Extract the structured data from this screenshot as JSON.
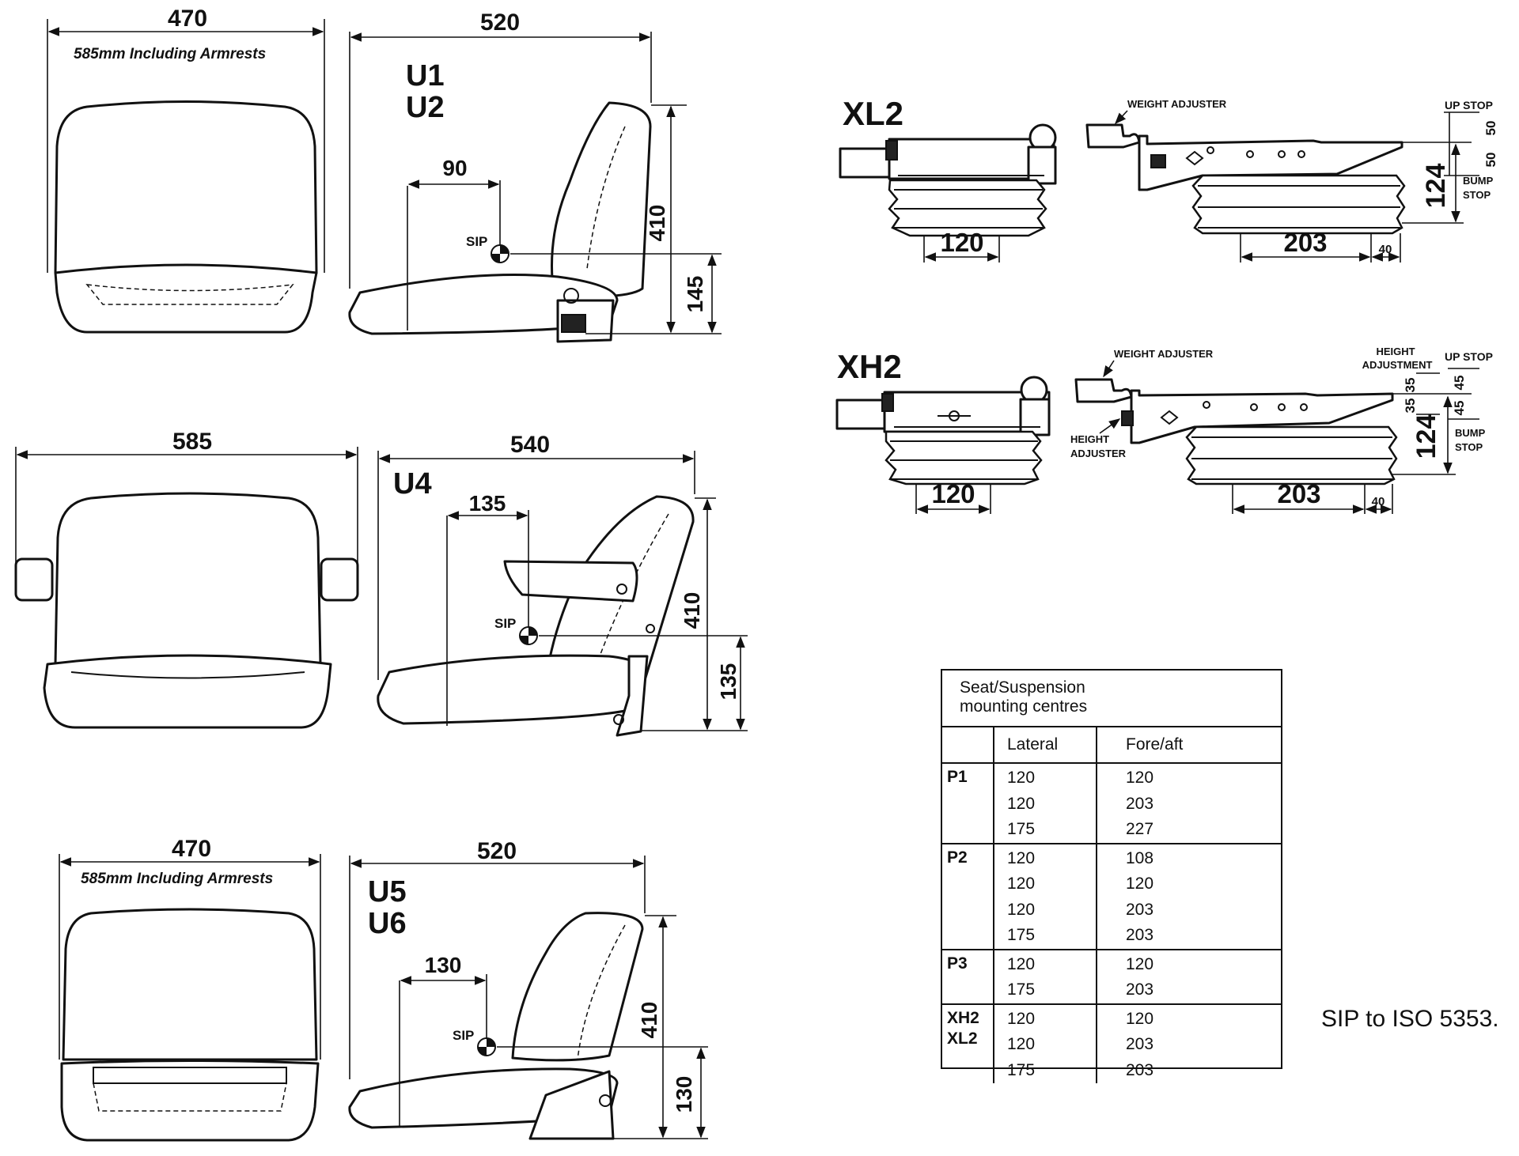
{
  "seats": {
    "u12": {
      "front_width": "470",
      "armrest_note": "585mm Including Armrests",
      "side_depth": "520",
      "model_a": "U1",
      "model_b": "U2",
      "sip_offset": "90",
      "sip_label": "SIP",
      "back_height": "410",
      "sip_height": "145"
    },
    "u4": {
      "front_width": "585",
      "side_depth": "540",
      "model": "U4",
      "sip_offset": "135",
      "sip_label": "SIP",
      "back_height": "410",
      "sip_height": "135"
    },
    "u56": {
      "front_width": "470",
      "armrest_note": "585mm Including Armrests",
      "side_depth": "520",
      "model_a": "U5",
      "model_b": "U6",
      "sip_offset": "130",
      "sip_label": "SIP",
      "back_height": "410",
      "sip_height": "130"
    }
  },
  "suspensions": {
    "xl2": {
      "model": "XL2",
      "weight_adjuster": "WEIGHT ADJUSTER",
      "up_stop": "UP STOP",
      "bump_line1": "BUMP",
      "bump_line2": "STOP",
      "stroke_up": "50",
      "stroke_down": "50",
      "height": "124",
      "lateral": "120",
      "fore_aft": "203",
      "offset": "40"
    },
    "xh2": {
      "model": "XH2",
      "weight_adjuster": "WEIGHT ADJUSTER",
      "height_adj_line1": "HEIGHT",
      "height_adj_line2": "ADJUSTMENT",
      "height_adjuster_line1": "HEIGHT",
      "height_adjuster_line2": "ADJUSTER",
      "up_stop": "UP STOP",
      "bump_line1": "BUMP",
      "bump_line2": "STOP",
      "adj_up": "35",
      "adj_down": "35",
      "stroke_up": "45",
      "stroke_down": "45",
      "height": "124",
      "lateral": "120",
      "fore_aft": "203",
      "offset": "40"
    }
  },
  "mounting_table": {
    "title_line1": "Seat/Suspension",
    "title_line2": "mounting centres",
    "headers": [
      "",
      "Lateral",
      "Fore/aft"
    ],
    "groups": [
      {
        "name_line1": "P1",
        "name_line2": "",
        "lateral": [
          "120",
          "120",
          "175"
        ],
        "fore_aft": [
          "120",
          "203",
          "227"
        ]
      },
      {
        "name_line1": "P2",
        "name_line2": "",
        "lateral": [
          "120",
          "120",
          "120",
          "175"
        ],
        "fore_aft": [
          "108",
          "120",
          "203",
          "203"
        ]
      },
      {
        "name_line1": "P3",
        "name_line2": "",
        "lateral": [
          "120",
          "175"
        ],
        "fore_aft": [
          "120",
          "203"
        ]
      },
      {
        "name_line1": "XH2",
        "name_line2": "XL2",
        "lateral": [
          "120",
          "120",
          "175"
        ],
        "fore_aft": [
          "120",
          "203",
          "203"
        ]
      }
    ]
  },
  "footnote": "SIP to ISO 5353."
}
